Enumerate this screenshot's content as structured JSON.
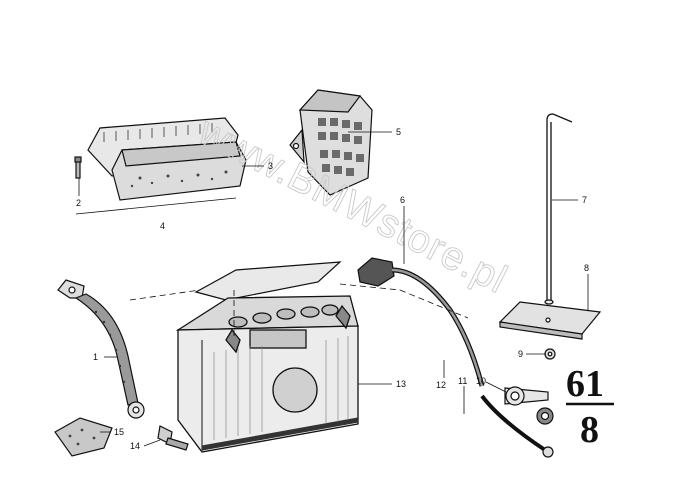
{
  "watermark": "www.BMWstore.pl",
  "section": {
    "top": "61",
    "bottom": "8"
  },
  "callouts": [
    {
      "num": "1"
    },
    {
      "num": "2"
    },
    {
      "num": "3"
    },
    {
      "num": "4"
    },
    {
      "num": "5"
    },
    {
      "num": "6"
    },
    {
      "num": "7"
    },
    {
      "num": "8"
    },
    {
      "num": "9"
    },
    {
      "num": "10"
    },
    {
      "num": "11"
    },
    {
      "num": "12"
    },
    {
      "num": "13"
    },
    {
      "num": "14"
    },
    {
      "num": "15"
    }
  ]
}
